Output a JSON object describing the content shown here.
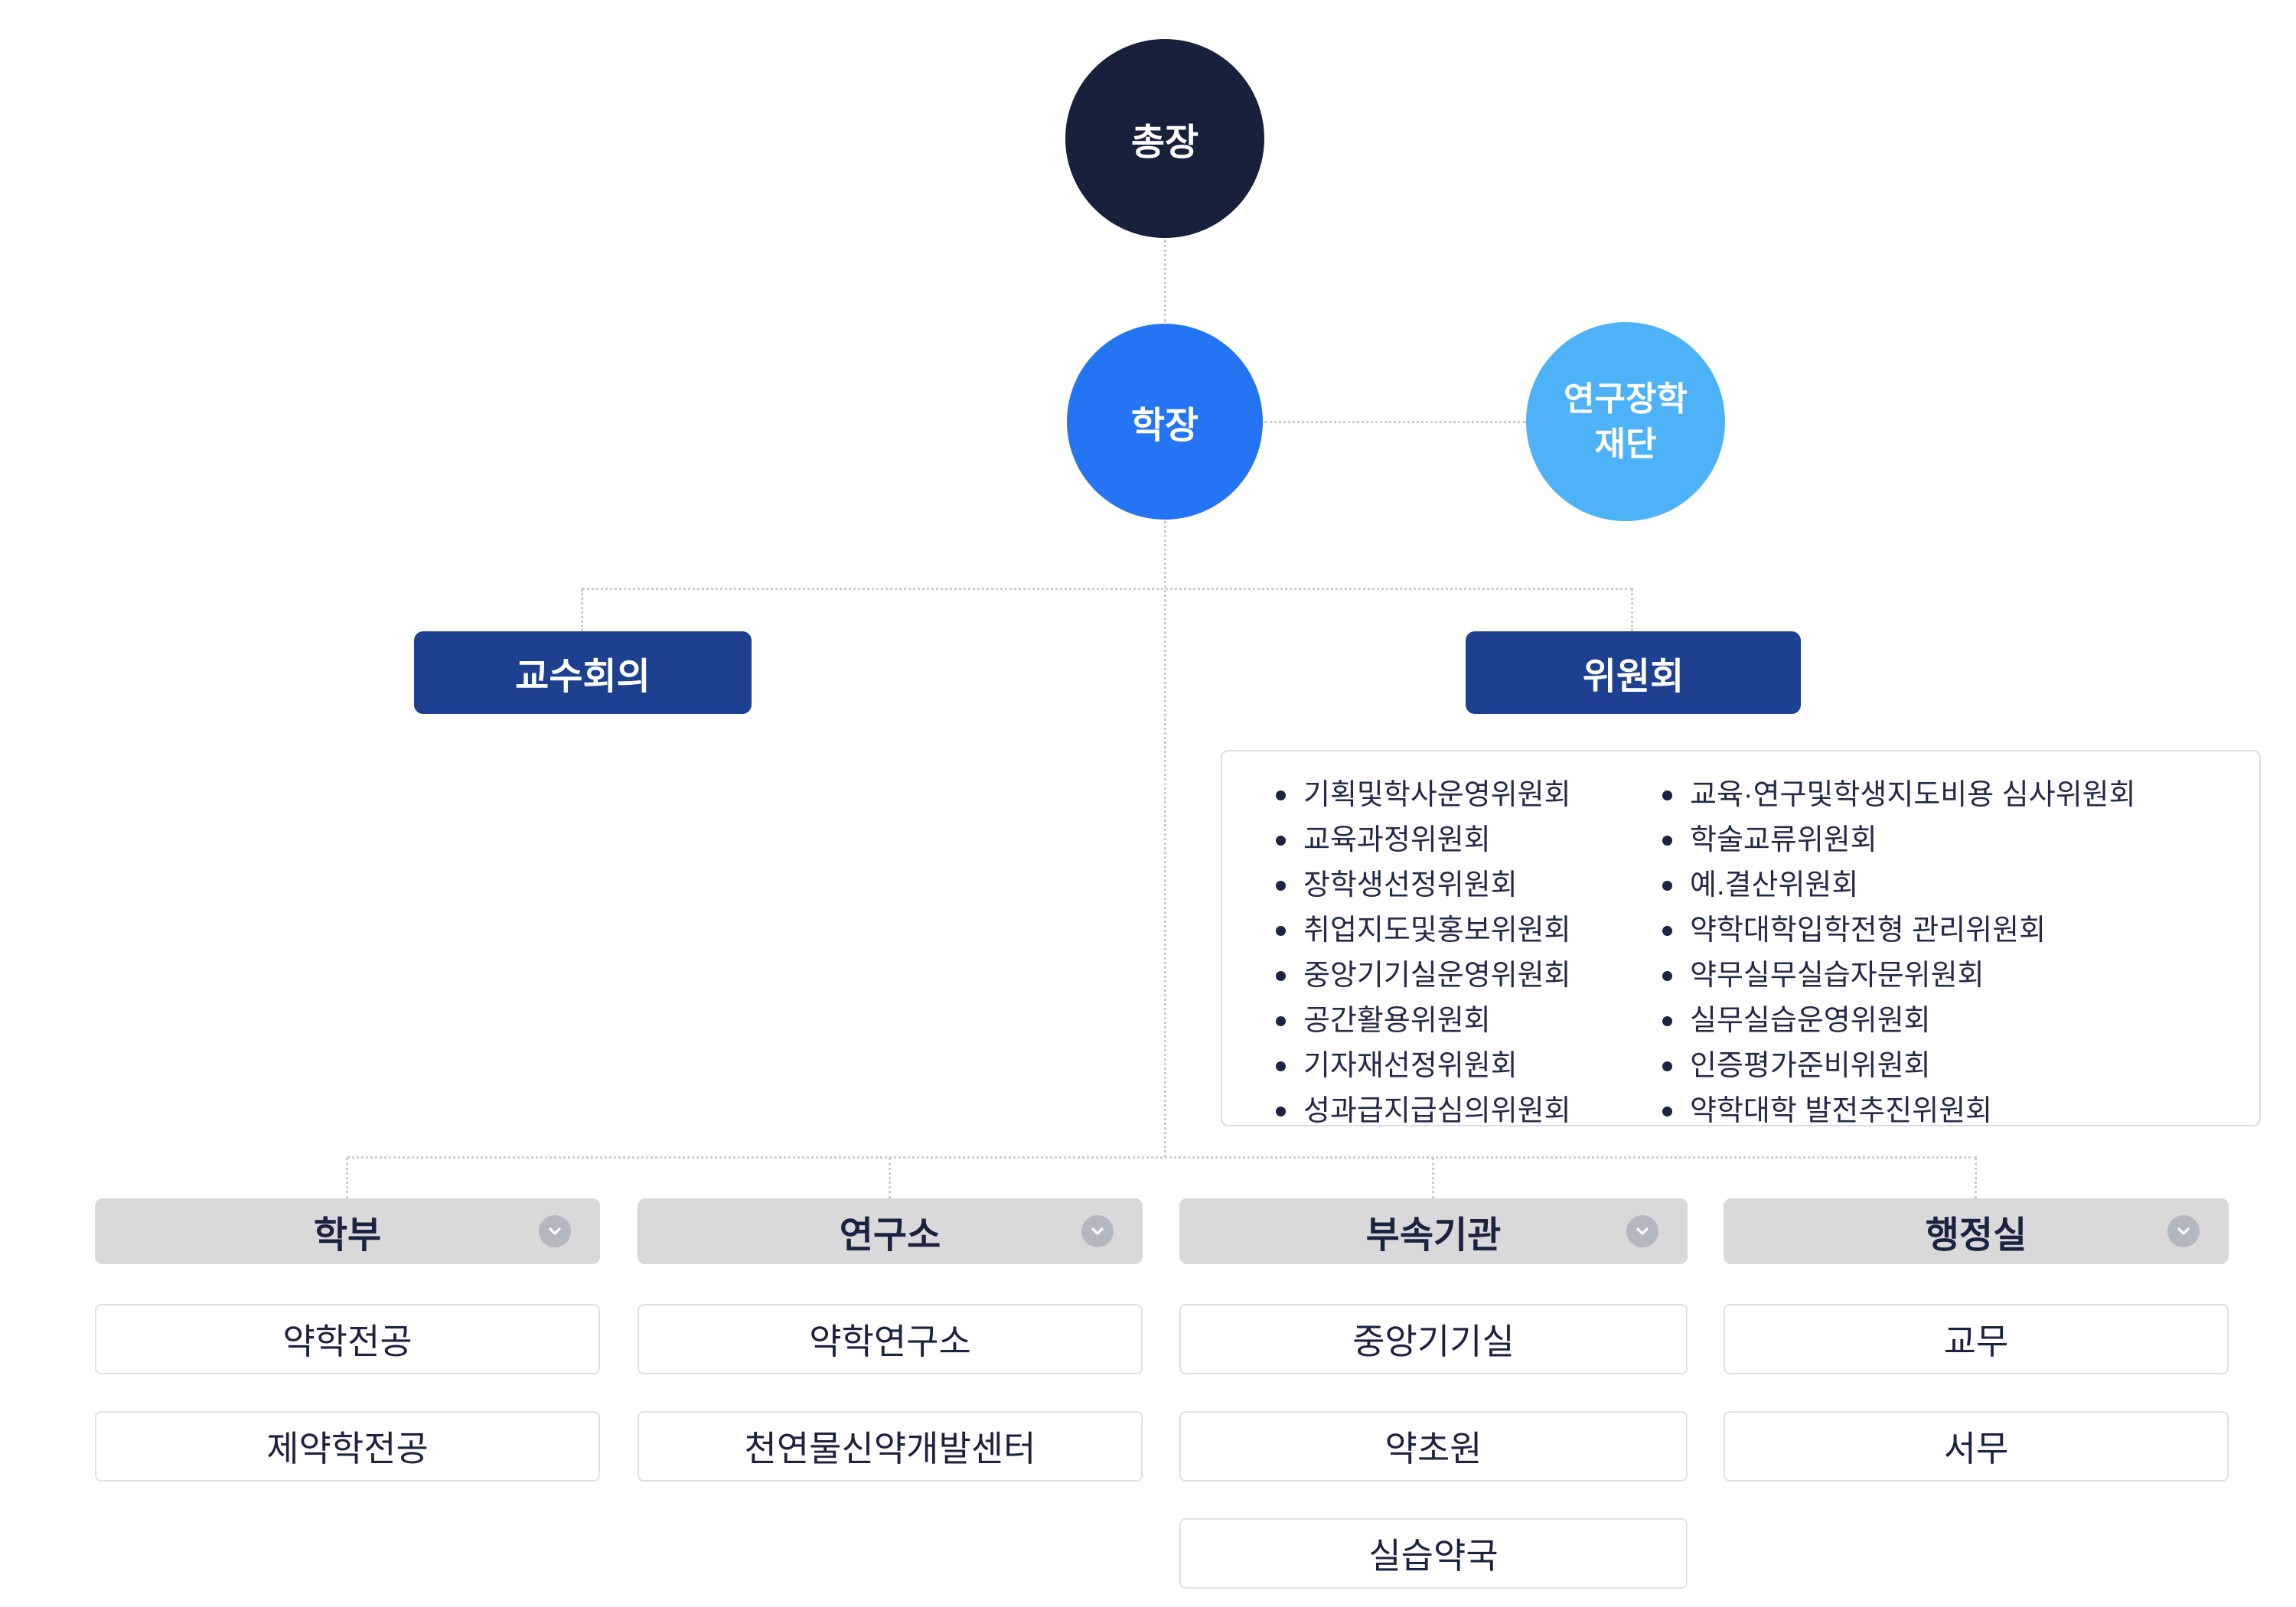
{
  "nodes": {
    "president": "총장",
    "dean": "학장",
    "foundation_line1": "연구장학",
    "foundation_line2": "재단",
    "faculty_meeting": "교수회의",
    "committee": "위원회"
  },
  "committee_box": {
    "left": [
      "기획및학사운영위원회",
      "교육과정위원회",
      "장학생선정위원회",
      "취업지도및홍보위원회",
      "중앙기기실운영위원회",
      "공간활용위원회",
      "기자재선정위원회",
      "성과급지급심의위원회"
    ],
    "right": [
      "교육·연구및학생지도비용 심사위원회",
      "학술교류위원회",
      "예.결산위원회",
      "약학대학입학전형 관리위원회",
      "약무실무실습자문위원회",
      "실무실습운영위원회",
      "인증평가준비위원회",
      "약학대학 발전추진위원회"
    ]
  },
  "sections": [
    {
      "title": "학부",
      "items": [
        "약학전공",
        "제약학전공"
      ]
    },
    {
      "title": "연구소",
      "items": [
        "약학연구소",
        "천연물신약개발센터"
      ]
    },
    {
      "title": "부속기관",
      "items": [
        "중앙기기실",
        "약초원",
        "실습약국"
      ]
    },
    {
      "title": "행정실",
      "items": [
        "교무",
        "서무"
      ]
    }
  ],
  "colors": {
    "president_bg": "#17213C",
    "dean_bg": "#2574F4",
    "foundation_bg": "#4EB2F8",
    "bar_bg": "#1D4091",
    "header_bg": "#D9D9D9",
    "text_dark": "#1A2340"
  }
}
